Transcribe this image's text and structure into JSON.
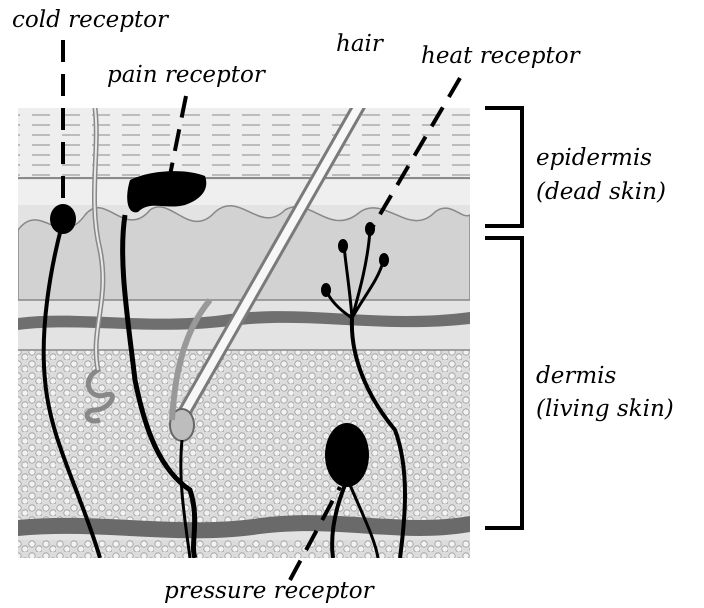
{
  "labels": {
    "cold_receptor": "cold receptor",
    "pain_receptor": "pain receptor",
    "hair": "hair",
    "heat_receptor": "heat receptor",
    "epidermis_line1": "epidermis",
    "epidermis_line2": "(dead skin)",
    "dermis_line1": "dermis",
    "dermis_line2": "(living skin)",
    "pressure_receptor": "pressure receptor"
  },
  "colors": {
    "ink": "#000000",
    "skin_light": "#e6e6e6",
    "skin_mid": "#cfcfcf",
    "tissue_dark": "#7a7a7a"
  }
}
